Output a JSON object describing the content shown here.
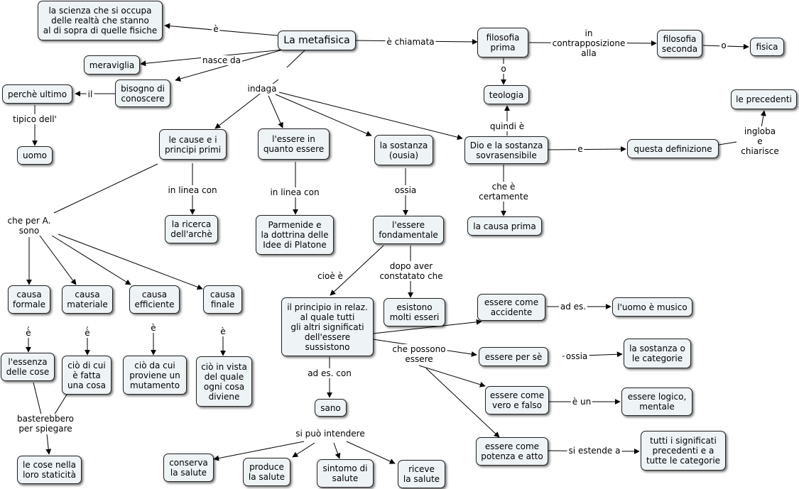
{
  "nodes": {
    "metafisica": "La metafisica",
    "scienza": "la scienza che si occupa\ndelle realtà che stanno\nal di sopra di quelle fisiche",
    "meraviglia": "meraviglia",
    "bisogno": "bisogno di\nconoscere",
    "perche": "perchè ultimo",
    "uomo": "uomo",
    "filosofia_prima": "filosofia\nprima",
    "filosofia_seconda": "filosofia\nseconda",
    "fisica": "fisica",
    "teologia": "teologia",
    "precedenti": "le precedenti",
    "cause": "le cause e i\nprincipi primi",
    "essere_quanto": "l'essere in\nquanto essere",
    "sostanza": "la sostanza\n(ousia)",
    "dio": "Dio e la sostanza\nsovrasensibile",
    "definizione": "questa definizione",
    "arche": "la ricerca\ndell'archè",
    "parmenide": "Parmenide e\nla dottrina delle\nIdee di Platone",
    "fondamentale": "l'essere\nfondamentale",
    "causa_prima": "la causa prima",
    "formale": "causa\nformale",
    "materiale": "causa\nmateriale",
    "efficiente": "causa\nefficiente",
    "finale": "causa\nfinale",
    "principio": "il principio in relaz.\nal quale tutti\ngli altri significati\ndell'essere\nsussistono",
    "esistono": "esistono\nmolti esseri",
    "accidente": "essere come\naccidente",
    "musico": "l'uomo è musico",
    "per_se": "essere per sè",
    "categorie": "la sostanza o\nle categorie",
    "vero": "essere come\nvero e falso",
    "logico": "essere logico,\nmentale",
    "potenza": "essere come\npotenza e atto",
    "tutti": "tutti i significati\nprecedenti e a\ntutte le categorie",
    "essenza": "l'essenza\ndelle cose",
    "fatta": "ciò di cui\nè fatta\nuna cosa",
    "mutamento": "ciò da cui\nproviene un\nmutamento",
    "vista": "ciò in vista\ndel quale\nogni cosa\ndiviene",
    "sano": "sano",
    "staticita": "le cose nella\nloro staticità",
    "conserva": "conserva\nla salute",
    "produce": "produce\nla salute",
    "sintomo": "sintomo di\nsalute",
    "riceve": "riceve\nla salute"
  },
  "labels": {
    "e1": "è",
    "nasce_da": "nasce da",
    "il": "il",
    "tipico": "tipico dell'",
    "chiamata": "è chiamata",
    "contrapposizione": "in\ncontrapposizione\nalla",
    "o1": "o",
    "o2": "o",
    "indaga": "indaga",
    "quindi": "quindi è",
    "e_conj": "e",
    "ingloba": "ingloba e\nchiarisce",
    "linea1": "in linea con",
    "linea2": "in linea con",
    "ossia1": "ossia",
    "certamente": "che è\ncertamente",
    "che_per": "che per A.\nsono",
    "cioe": "cioè è",
    "dopo_aver": "dopo aver\nconstatato che",
    "ades1": "ad es.",
    "possono": "che possono\nessere",
    "ossia2": "ossia",
    "e_un": "è un",
    "estende": "si estende a",
    "e2": "è",
    "e3": "è",
    "e4": "è",
    "e5": "è",
    "ades2": "ad es. con",
    "basterebbero": "basterebbero\nper spiegare",
    "intendere": "si può intendere"
  },
  "colors": {
    "node_fill": "#eef3f6",
    "line": "#000000"
  }
}
